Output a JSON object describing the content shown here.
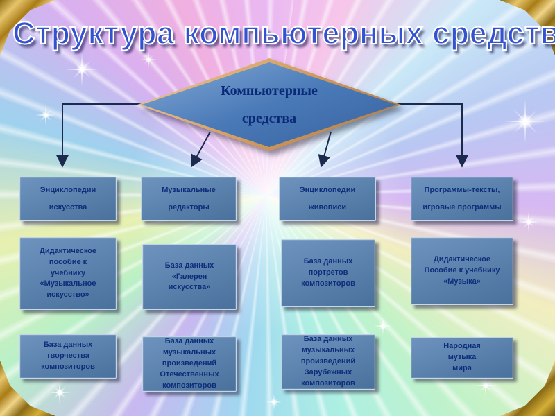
{
  "slide": {
    "title": "Структура компьютерных средств",
    "root_label": "Компьютерные\nсредства",
    "columns": [
      {
        "top": "Энциклопедии\nискусства",
        "middle": "Дидактическое\nпособие к\nучебнику\n«Музыкальное\nискусство»",
        "bottom": "База данных\nтворчества\nкомпозиторов"
      },
      {
        "top": "Музыкальные\nредакторы",
        "middle": "База данных\n«Галерея\nискусства»",
        "bottom": "База данных\nмузыкальных\nпроизведений\nОтечественных\nкомпозиторов"
      },
      {
        "top": "Энциклопедии\nживописи",
        "middle": "База данных\nпортретов\nкомпозиторов",
        "bottom": "База данных\nмузыкальных\nпроизведений\nЗарубежных\nкомпозиторов"
      },
      {
        "top": "Программы-тексты,\nигровые программы",
        "middle": "Дидактическое\nПособие к учебнику\n«Музыка»",
        "bottom": "Народная\nмузыка\nмира"
      }
    ]
  },
  "decor": {
    "sparkle_icon": "four-point-star-glint",
    "corner_ornament": "gold-filigree-corner"
  },
  "colors": {
    "title": "#3352cf",
    "box_fill_top": "#6e93bf",
    "box_fill_bottom": "#49719c",
    "box_text": "#0e2d7a",
    "diamond_border": "#cf9a5e",
    "diamond_fill": "#4a7ab8",
    "connector": "#1b2a4d",
    "ornament_gold": "#d4af37"
  }
}
